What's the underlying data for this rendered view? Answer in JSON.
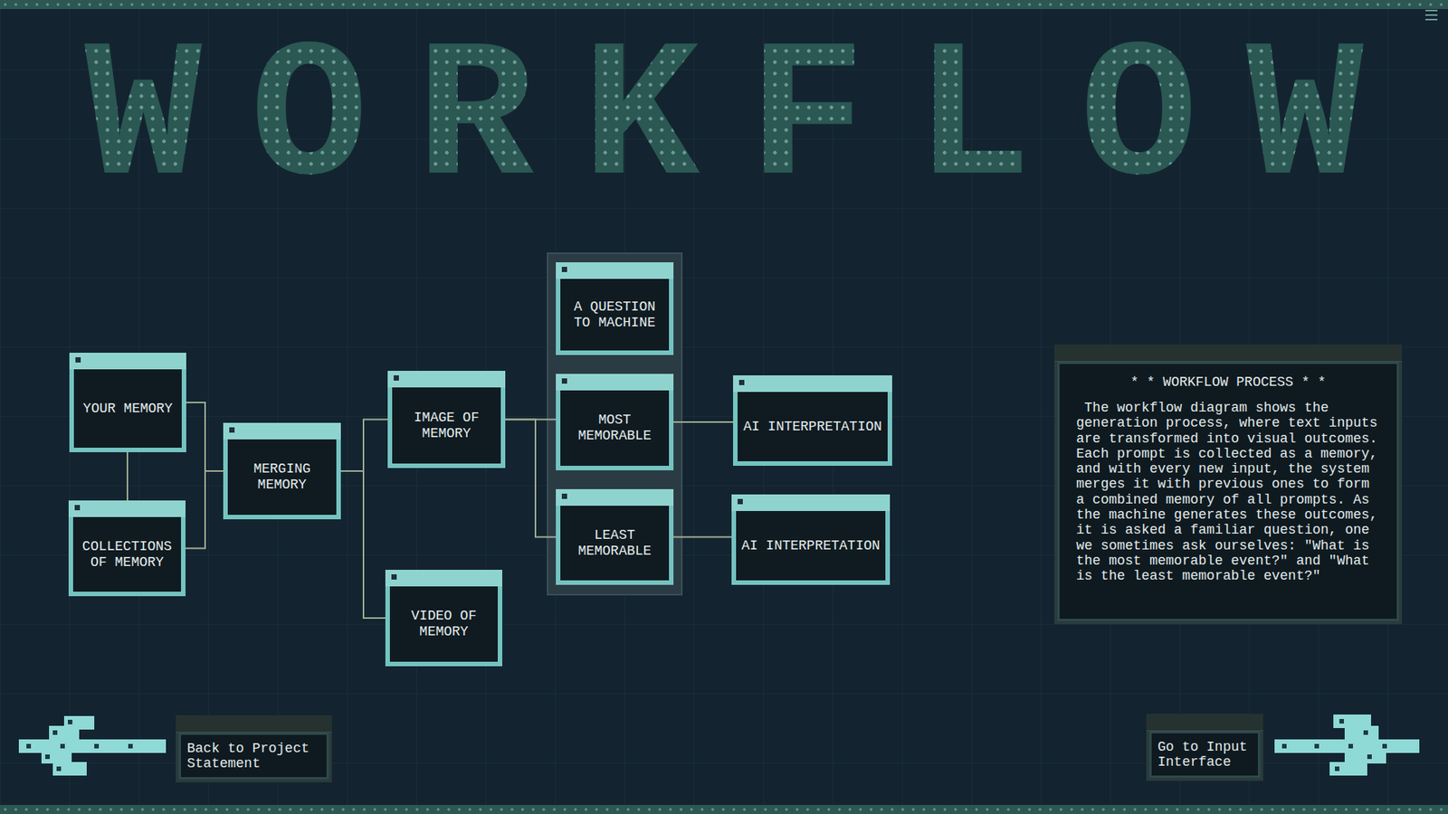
{
  "diagram": {
    "title": "WORKFLOW",
    "nodes": [
      {
        "text": [
          "YOUR MEMORY"
        ]
      },
      {
        "text": [
          "COLLECTIONS OF MEMORY"
        ]
      },
      {
        "text": [
          "MERGING MEMORY"
        ]
      },
      {
        "text": [
          "IMAGE OF MEMORY"
        ]
      },
      {
        "text": [
          "VIDEO OF MEMORY"
        ]
      },
      {
        "text": [
          "A QUESTION TO MACHINE"
        ]
      },
      {
        "text": [
          "MOST MEMORABLE"
        ]
      },
      {
        "text": [
          "LEAST MEMORABLE"
        ]
      },
      {
        "text": [
          "AI INTERPRETATION"
        ]
      },
      {
        "text": [
          "AI INTERPRETATION"
        ]
      },
      {
        "text": [
          "* * WORKFLOW PROCESS * *",
          "The workflow diagram shows the generation process, where text inputs are transformed into visual outcomes. Each prompt is collected as a memory, and with every new input, the system merges it with previous ones to form a combined memory of all prompts. As the machine generates these outcomes, it is asked a familiar question, one we sometimes ask ourselves: \"What is the most memorable event?\" and \"What is the least memorable event?\""
        ]
      },
      {
        "text": [
          "Back to Project Statement"
        ]
      },
      {
        "text": [
          "Go to Input Interface"
        ]
      }
    ],
    "edges": [
      {
        "from": 0,
        "to": 1,
        "arrow": "none"
      },
      {
        "from": 0,
        "to": 2,
        "arrow": "none"
      },
      {
        "from": 1,
        "to": 2,
        "arrow": "none"
      },
      {
        "from": 2,
        "to": 3,
        "arrow": "none"
      },
      {
        "from": 2,
        "to": 4,
        "arrow": "none"
      },
      {
        "from": 3,
        "to": 6,
        "arrow": "none"
      },
      {
        "from": 3,
        "to": 7,
        "arrow": "none"
      },
      {
        "from": 6,
        "to": 8,
        "arrow": "none"
      },
      {
        "from": 7,
        "to": 9,
        "arrow": "none"
      }
    ]
  }
}
